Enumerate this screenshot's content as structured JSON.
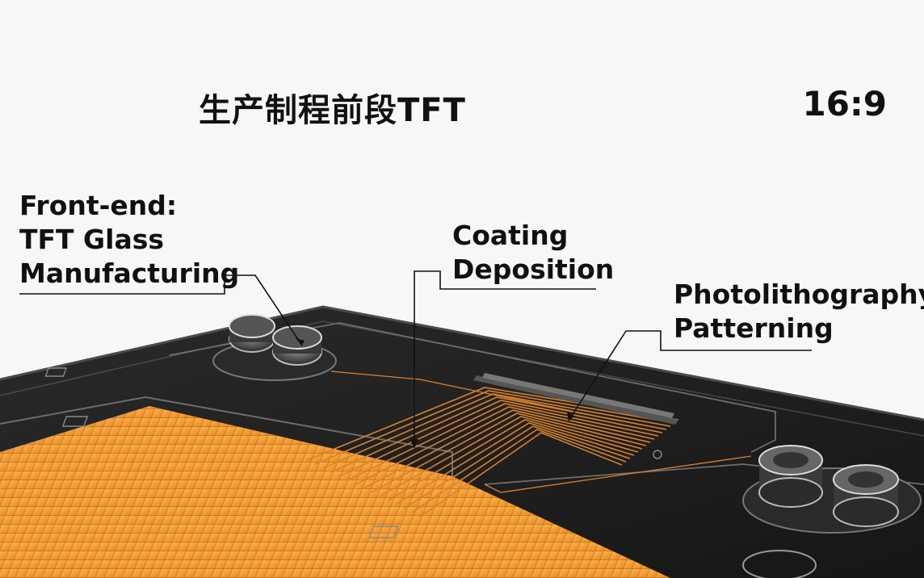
{
  "title": "生产制程前段TFT",
  "aspect_ratio": "16:9",
  "callouts": {
    "front_end": [
      "Front-end:",
      "TFT Glass",
      "Manufacturing"
    ],
    "coating": [
      "Coating",
      "Deposition"
    ],
    "photolithography": [
      "Photolithography",
      "Patterning"
    ]
  },
  "colors": {
    "panel_body": "#1f1f20",
    "panel_edge": "#3a3a3b",
    "pixel_grid": "#f2a93b",
    "traces": "#d9822b",
    "background": "#f7f7f6"
  }
}
